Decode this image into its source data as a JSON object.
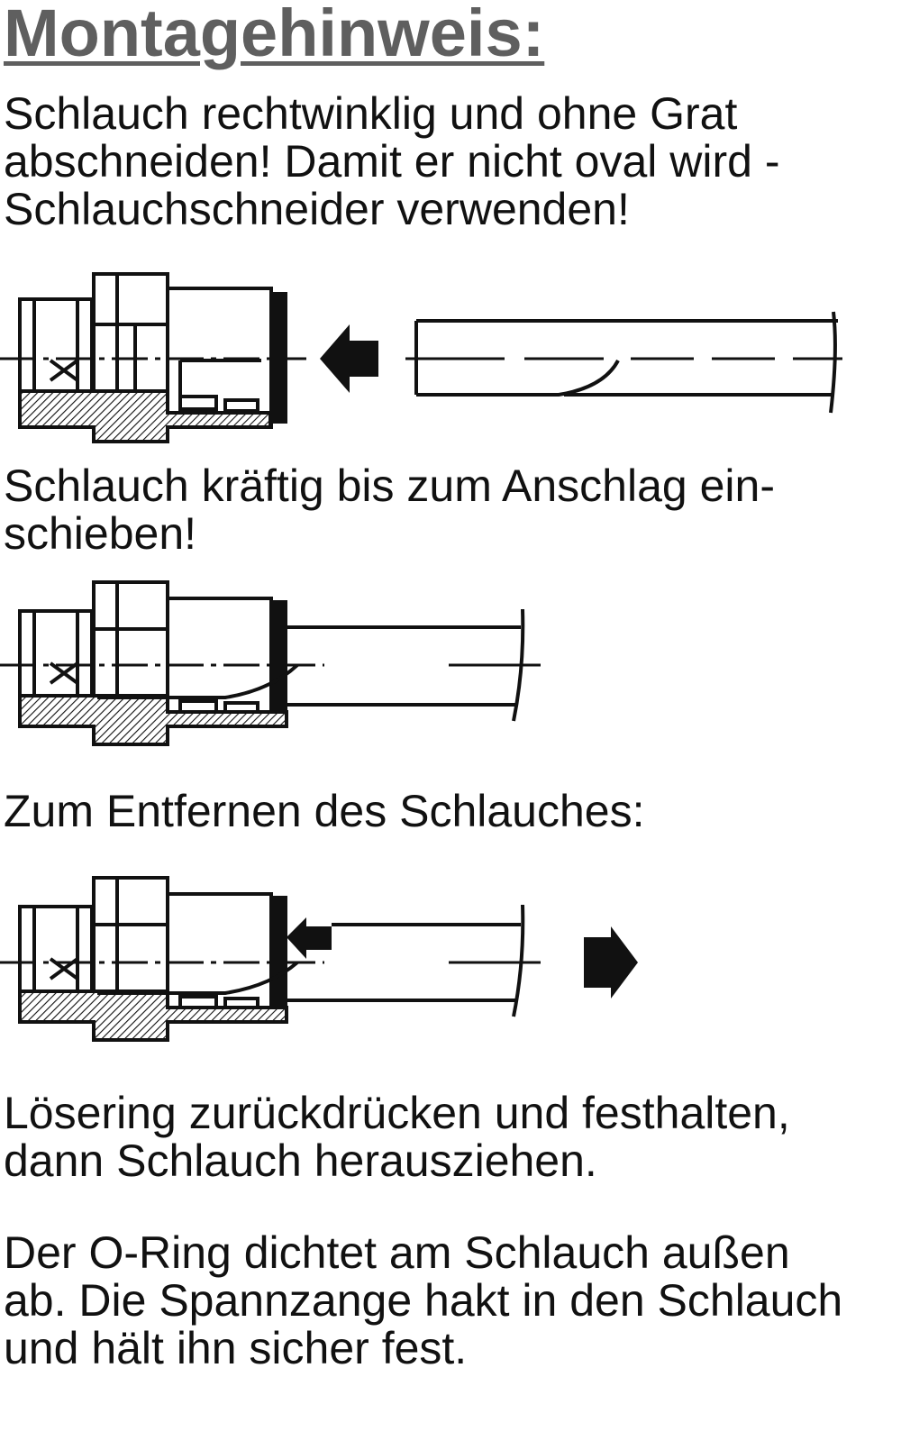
{
  "title": "Montagehinweis:",
  "step1": {
    "line1": "Schlauch rechtwinklig und ohne Grat",
    "line2": "abschneiden! Damit er nicht oval wird -",
    "line3": "Schlauchschneider verwenden!"
  },
  "step2": {
    "line1": "Schlauch kräftig bis zum Anschlag ein-",
    "line2": "schieben!"
  },
  "step3": {
    "line1": "Zum Entfernen des Schlauches:"
  },
  "step4": {
    "line1": "Lösering zurückdrücken und festhalten,",
    "line2": "dann Schlauch herausziehen."
  },
  "note": {
    "line1": "Der O-Ring dichtet am Schlauch außen",
    "line2": "ab. Die Spannzange hakt in den Schlauch",
    "line3": "und hält ihn sicher fest."
  }
}
